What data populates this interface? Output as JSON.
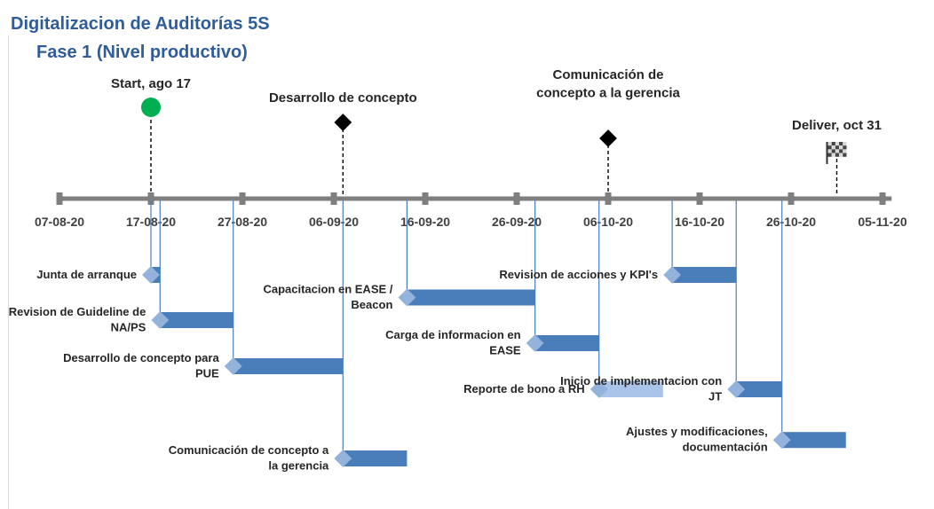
{
  "header": {
    "title": "Digitalizacion de Auditorías 5S",
    "subtitle": "Fase 1 (Nivel productivo)"
  },
  "chart_data": {
    "type": "gantt timeline",
    "x_axis": {
      "ticks": [
        "07-08-20",
        "17-08-20",
        "27-08-20",
        "06-09-20",
        "16-09-20",
        "26-09-20",
        "06-10-20",
        "16-10-20",
        "26-10-20",
        "05-11-20"
      ]
    },
    "milestones": [
      {
        "lines": [
          "Start, ago 17"
        ],
        "date": "17-08-20",
        "marker": "circle",
        "color": "#00b050"
      },
      {
        "lines": [
          "Desarrollo de concepto"
        ],
        "date": "07-09-20",
        "marker": "diamond",
        "color": "#000000"
      },
      {
        "lines": [
          "Comunicación de",
          "concepto a la gerencia"
        ],
        "date": "06-10-20",
        "marker": "diamond",
        "color": "#000000"
      },
      {
        "lines": [
          "Deliver, oct 31"
        ],
        "date": "31-10-20",
        "marker": "flag",
        "color": "#000000"
      }
    ],
    "tasks": [
      {
        "lines": [
          "Junta de arranque"
        ],
        "start": "17-08-20",
        "end": "18-08-20",
        "row": 0,
        "color": "#4a7ebb"
      },
      {
        "lines": [
          "Revision de Guideline de",
          "NA/PS"
        ],
        "start": "18-08-20",
        "end": "26-08-20",
        "row": 1,
        "color": "#4a7ebb"
      },
      {
        "lines": [
          "Desarrollo de concepto para",
          "PUE"
        ],
        "start": "26-08-20",
        "end": "07-09-20",
        "row": 2,
        "color": "#4a7ebb"
      },
      {
        "lines": [
          "Comunicación de concepto a",
          "la gerencia"
        ],
        "start": "07-09-20",
        "end": "14-09-20",
        "row": 4,
        "color": "#4a7ebb"
      },
      {
        "lines": [
          "Capacitacion en EASE /",
          "Beacon"
        ],
        "start": "14-09-20",
        "end": "28-09-20",
        "row": 0.5,
        "color": "#4a7ebb"
      },
      {
        "lines": [
          "Carga de informacion en",
          "EASE"
        ],
        "start": "28-09-20",
        "end": "05-10-20",
        "row": 1.5,
        "color": "#4a7ebb"
      },
      {
        "lines": [
          "Reporte de bono a RH"
        ],
        "start": "05-10-20",
        "end": "12-10-20",
        "row": 2.5,
        "color": "#a9c4e8"
      },
      {
        "lines": [
          "Revision de acciones y KPI's"
        ],
        "start": "13-10-20",
        "end": "20-10-20",
        "row": -0.4,
        "color": "#4a7ebb"
      },
      {
        "lines": [
          "Inicio de implementacion con",
          "JT"
        ],
        "start": "20-10-20",
        "end": "25-10-20",
        "row": 2.5,
        "color": "#4a7ebb"
      },
      {
        "lines": [
          "Ajustes y modificaciones,",
          "documentación"
        ],
        "start": "25-10-20",
        "end": "01-11-20",
        "row": 3.6,
        "color": "#4a7ebb"
      }
    ]
  }
}
